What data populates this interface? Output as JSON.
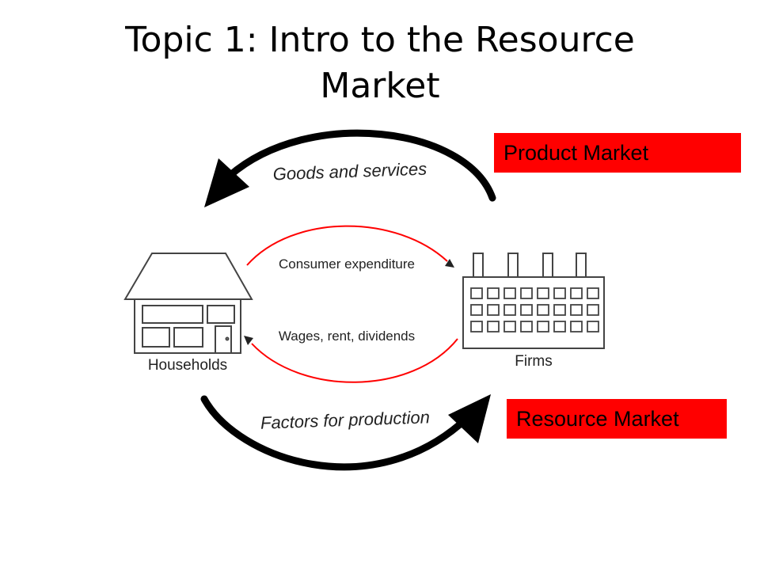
{
  "title": {
    "line1": "Topic 1: Intro to the Resource",
    "line2": "Market"
  },
  "diagram": {
    "flows": {
      "top_outer": "Goods and services",
      "inner_top": "Consumer expenditure",
      "inner_bottom": "Wages, rent, dividends",
      "bottom_outer": "Factors for production"
    },
    "nodes": {
      "households": "Households",
      "firms": "Firms"
    },
    "colors": {
      "outer_arrow": "#000000",
      "inner_arrow": "#ff0000",
      "callout_bg": "#ff0000"
    }
  },
  "callouts": {
    "product_market": "Product Market",
    "resource_market": "Resource Market"
  }
}
